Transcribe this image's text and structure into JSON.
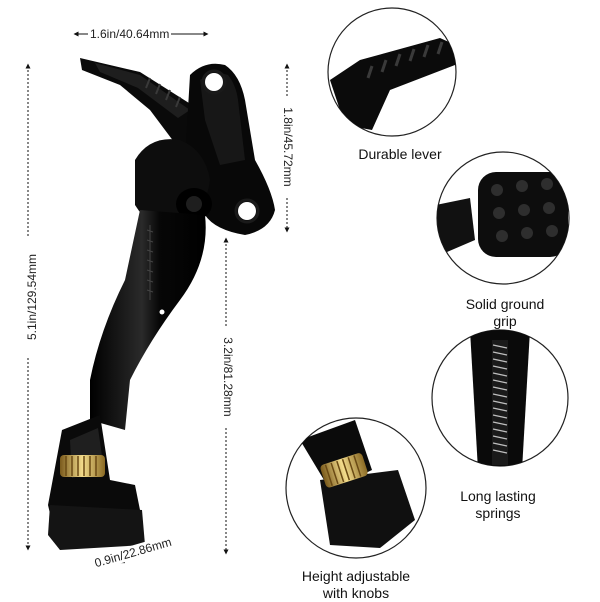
{
  "dimensions": {
    "width_top": "1.6in/40.64mm",
    "height_upper": "1.8in/45.72mm",
    "height_total": "5.1in/129.54mm",
    "height_lower": "3.2in/81.28mm",
    "width_bottom": "0.9in/22.86mm"
  },
  "features": [
    {
      "caption": "Durable lever",
      "icon": "lever-detail"
    },
    {
      "caption_line1": "Solid ground",
      "caption_line2": "grip",
      "icon": "ground-grip-detail"
    },
    {
      "caption_line1": "Long lasting",
      "caption_line2": "springs",
      "icon": "spring-detail"
    },
    {
      "caption_line1": "Height adjustable",
      "caption_line2": "with knobs",
      "icon": "knob-detail"
    }
  ],
  "colors": {
    "product": "#0c0c0c",
    "gold": "#c9a44a",
    "circle_stroke": "#222222"
  }
}
